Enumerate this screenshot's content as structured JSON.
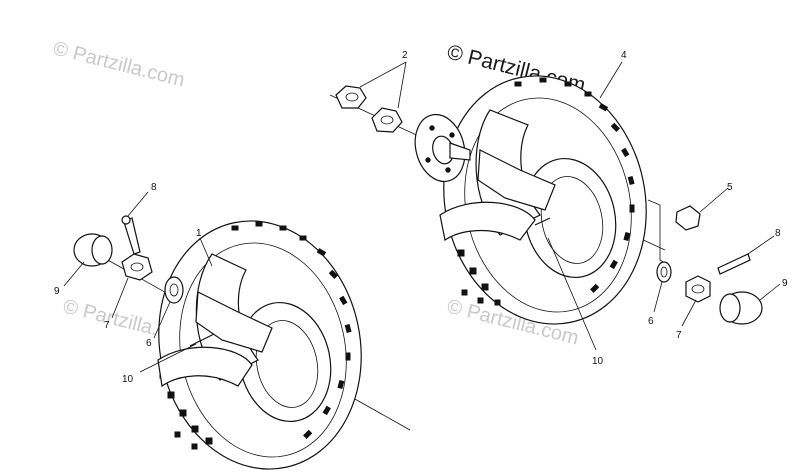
{
  "watermark": {
    "text": "© Partzilla.com",
    "color": "#c9c9c9"
  },
  "callouts": {
    "c1": "1",
    "c2": "2",
    "c4": "4",
    "c5": "5",
    "c6a": "6",
    "c6b": "6",
    "c7a": "7",
    "c7b": "7",
    "c8a": "8",
    "c8b": "8",
    "c9a": "9",
    "c9b": "9",
    "c10a": "10",
    "c10b": "10"
  }
}
